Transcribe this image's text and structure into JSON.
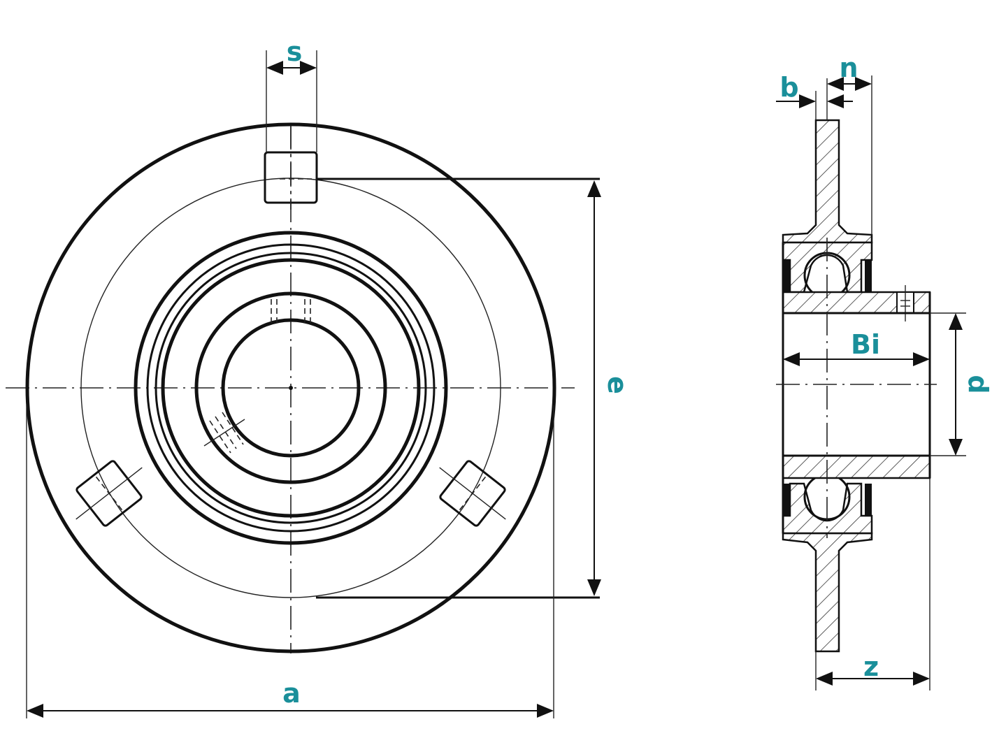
{
  "diagram": {
    "labels": {
      "s": "s",
      "e": "e",
      "a": "a",
      "b": "b",
      "n": "n",
      "bi": "Bi",
      "d": "d",
      "z": "z"
    },
    "colors": {
      "label": "#1a8f9a",
      "line": "#111111",
      "background": "#ffffff"
    }
  }
}
